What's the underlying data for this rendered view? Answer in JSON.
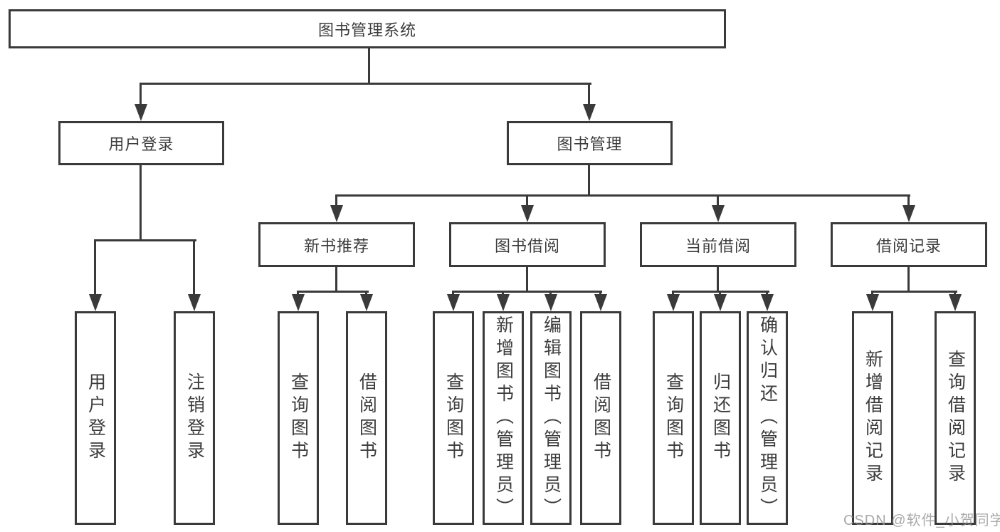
{
  "diagram": {
    "root": {
      "label": "图书管理系统"
    },
    "user_login": {
      "label": "用户登录",
      "children": [
        {
          "label": "用户登录"
        },
        {
          "label": "注销登录"
        }
      ]
    },
    "book_mgmt": {
      "label": "图书管理",
      "children": [
        {
          "label": "新书推荐",
          "children": [
            {
              "label": "查询图书"
            },
            {
              "label": "借阅图书"
            }
          ]
        },
        {
          "label": "图书借阅",
          "children": [
            {
              "label": "查询图书"
            },
            {
              "label": "新增图书（管理员）"
            },
            {
              "label": "编辑图书（管理员）"
            },
            {
              "label": "借阅图书"
            }
          ]
        },
        {
          "label": "当前借阅",
          "children": [
            {
              "label": "查询图书"
            },
            {
              "label": "归还图书"
            },
            {
              "label": "确认归还（管理员）"
            }
          ]
        },
        {
          "label": "借阅记录",
          "children": [
            {
              "label": "新增借阅记录"
            },
            {
              "label": "查询借阅记录"
            }
          ]
        }
      ]
    },
    "watermark": "CSDN @软件_小贺同学",
    "colors": {
      "line": "#3a3a3a",
      "text": "#3c3c3c",
      "background": "#ffffff",
      "watermark": "#949494"
    }
  }
}
